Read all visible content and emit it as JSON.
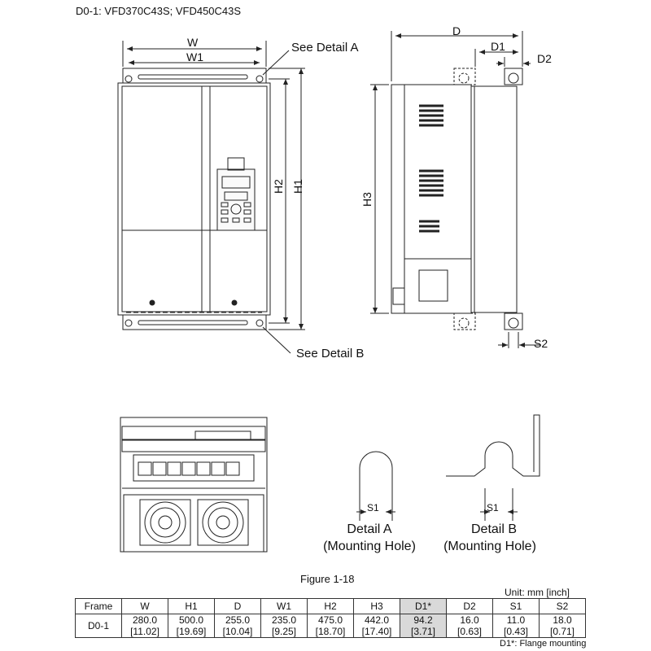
{
  "header": {
    "title": "D0-1: VFD370C43S; VFD450C43S"
  },
  "drawing": {
    "dim_W": "W",
    "dim_W1": "W1",
    "dim_H1": "H1",
    "dim_H2": "H2",
    "dim_H3": "H3",
    "dim_D": "D",
    "dim_D1": "D1",
    "dim_D2": "D2",
    "dim_S2": "S2",
    "dim_S1": "S1",
    "see_detail_a": "See Detail A",
    "see_detail_b": "See Detail B",
    "detail_a_title": "Detail A",
    "detail_a_sub": "(Mounting Hole)",
    "detail_b_title": "Detail B",
    "detail_b_sub": "(Mounting Hole)"
  },
  "figure_caption": "Figure 1-18",
  "unit_note": "Unit: mm [inch]",
  "table": {
    "headers": [
      "Frame",
      "W",
      "H1",
      "D",
      "W1",
      "H2",
      "H3",
      "D1*",
      "D2",
      "S1",
      "S2"
    ],
    "frame": "D0-1",
    "mm": [
      "280.0",
      "500.0",
      "255.0",
      "235.0",
      "475.0",
      "442.0",
      "94.2",
      "16.0",
      "11.0",
      "18.0"
    ],
    "inch": [
      "[11.02]",
      "[19.69]",
      "[10.04]",
      "[9.25]",
      "[18.70]",
      "[17.40]",
      "[3.71]",
      "[0.63]",
      "[0.43]",
      "[0.71]"
    ]
  },
  "footnote": "D1*: Flange mounting"
}
